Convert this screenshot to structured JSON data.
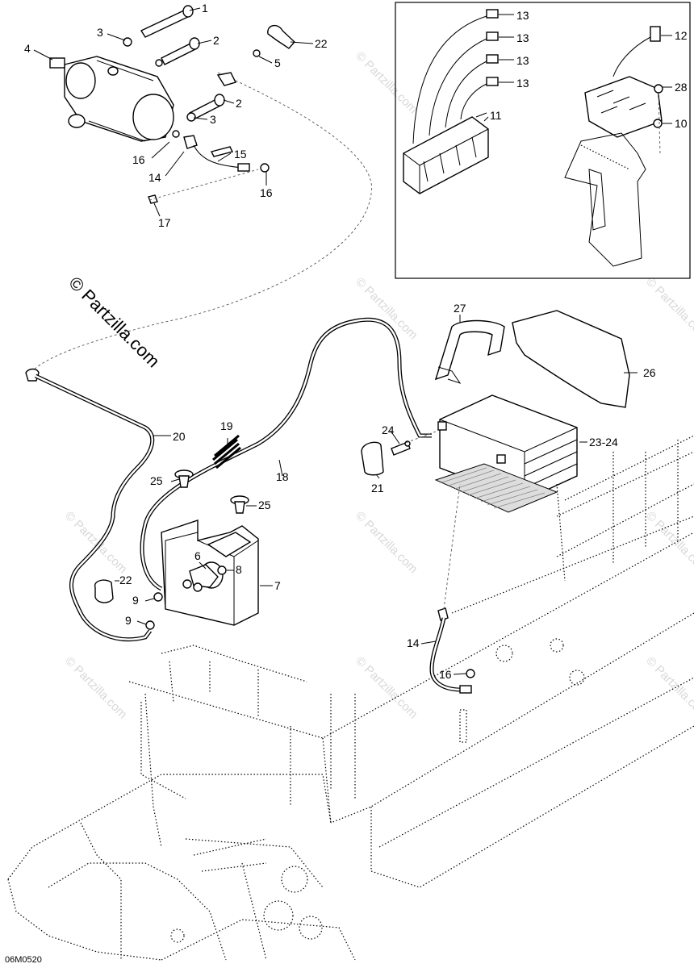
{
  "copyright": "© Partzilla.com",
  "watermark_text": "© Partzilla.com",
  "diagram_code": "06M0520",
  "callouts": {
    "c1": "1",
    "c2a": "2",
    "c2b": "2",
    "c3a": "3",
    "c3b": "3",
    "c4": "4",
    "c5": "5",
    "c6": "6",
    "c7": "7",
    "c8": "8",
    "c9a": "9",
    "c9b": "9",
    "c10": "10",
    "c11": "11",
    "c12": "12",
    "c13a": "13",
    "c13b": "13",
    "c13c": "13",
    "c13d": "13",
    "c14a": "14",
    "c14b": "14",
    "c15": "15",
    "c16a": "16",
    "c16b": "16",
    "c16c": "16",
    "c17": "17",
    "c18": "18",
    "c19": "19",
    "c20": "20",
    "c21": "21",
    "c22a": "22",
    "c22b": "22",
    "c2324": "23-24",
    "c24": "24",
    "c25a": "25",
    "c25b": "25",
    "c26": "26",
    "c27": "27",
    "c28": "28"
  }
}
